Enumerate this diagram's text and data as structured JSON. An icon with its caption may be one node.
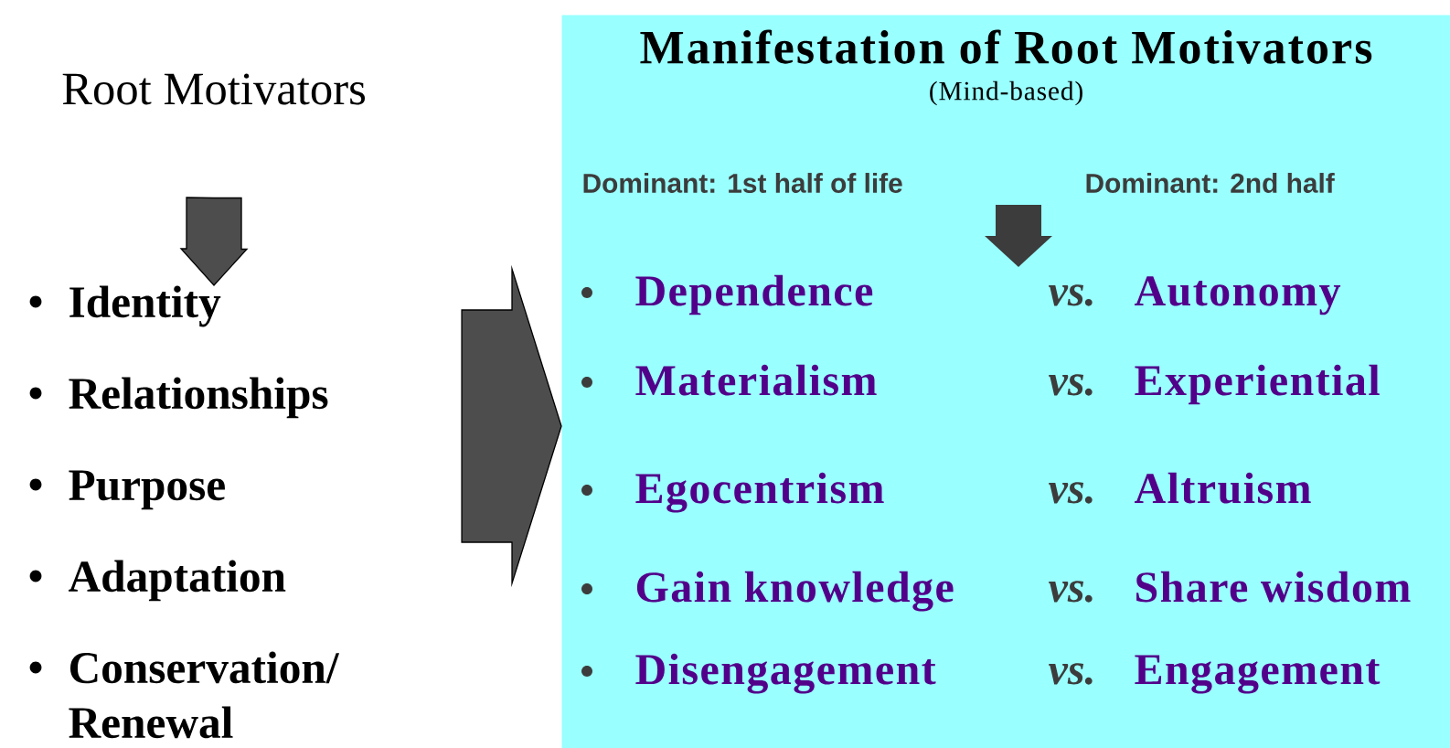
{
  "diagram": {
    "nodes": [
      {
        "text": [
          "Root Motivators"
        ]
      },
      {
        "text": [
          "Identity",
          "Relationships",
          "Purpose",
          "Adaptation",
          "Conservation/ Renewal"
        ]
      },
      {
        "text": [
          "Manifestation of Root Motivators",
          "(Mind-based)"
        ]
      }
    ],
    "edges": [
      {
        "from": 0,
        "to": 1,
        "arrow": "to"
      },
      {
        "from": 1,
        "to": 2,
        "arrow": "to"
      }
    ],
    "labels": [
      "Dominant: 1st half of life",
      "Dominant: 2nd half",
      "Dependence",
      "vs.",
      "Autonomy",
      "Materialism",
      "vs.",
      "Experiential",
      "Egocentrism",
      "vs.",
      "Altruism",
      "Gain knowledge",
      "vs.",
      "Share wisdom",
      "Disengagement",
      "vs.",
      "Engagement"
    ]
  }
}
